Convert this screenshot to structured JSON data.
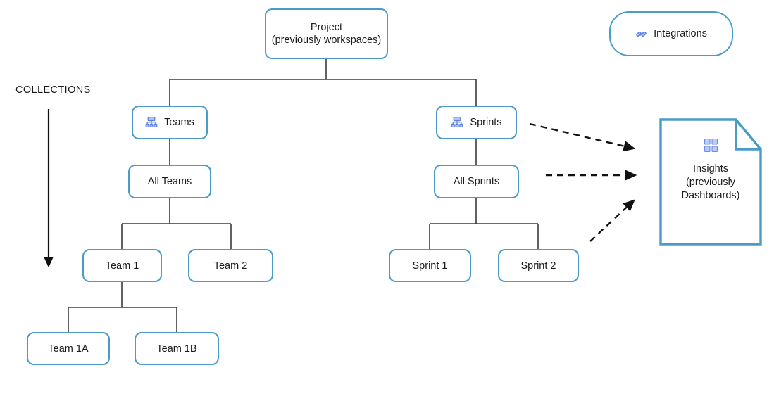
{
  "diagram": {
    "title_text": "COLLECTIONS",
    "colors": {
      "node_border": "#4a9cc7",
      "connector": "#3b3b3b",
      "icon_blue": "#5b7fe0",
      "icon_fill": "#aec4f5",
      "document_border": "#4a9cc7",
      "text": "#1a1a1a",
      "background": "#ffffff"
    },
    "nodes": {
      "project": {
        "label": "Project\n(previously workspaces)"
      },
      "integrations": {
        "label": "Integrations",
        "icon": "link-icon"
      },
      "teams": {
        "label": "Teams",
        "icon": "hierarchy-icon"
      },
      "sprints": {
        "label": "Sprints",
        "icon": "hierarchy-icon"
      },
      "all_teams": {
        "label": "All Teams"
      },
      "all_sprints": {
        "label": "All Sprints"
      },
      "team_1": {
        "label": "Team 1"
      },
      "team_2": {
        "label": "Team 2"
      },
      "sprint_1": {
        "label": "Sprint 1"
      },
      "sprint_2": {
        "label": "Sprint 2"
      },
      "team_1a": {
        "label": "Team 1A"
      },
      "team_1b": {
        "label": "Team 1B"
      },
      "insights": {
        "label": "Insights\n(previously\nDashboards)",
        "icon": "dashboard-grid-icon"
      }
    },
    "annotations": {
      "collections_arrow": "downward-arrow"
    }
  }
}
